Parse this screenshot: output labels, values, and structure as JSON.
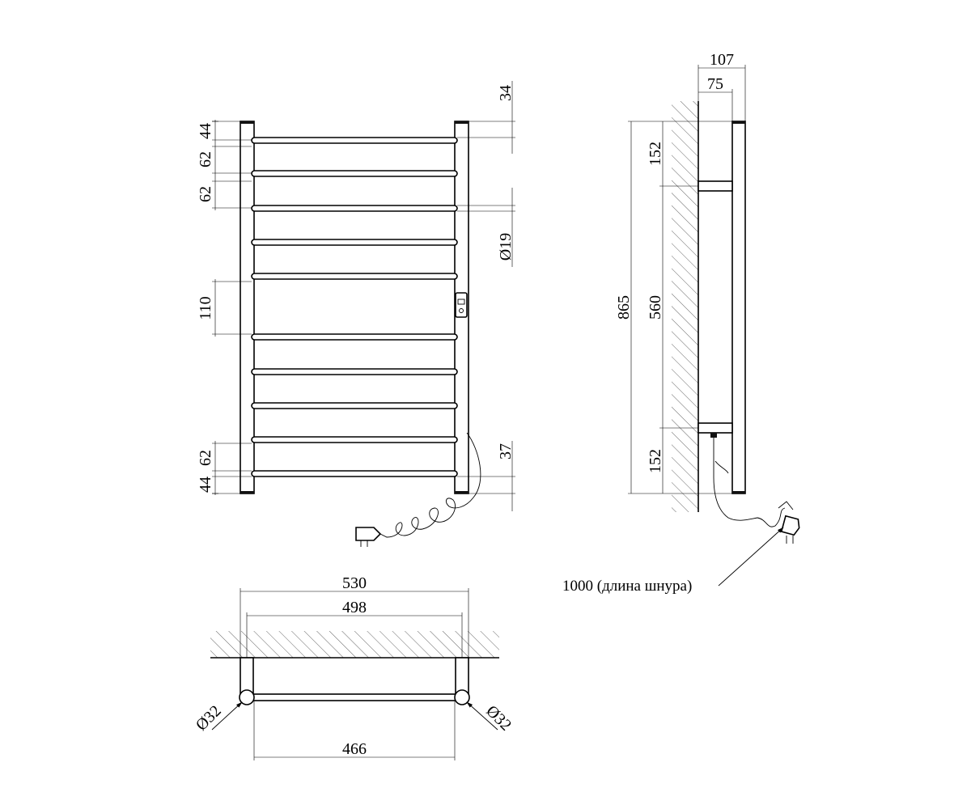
{
  "front_view": {
    "top_offset": "44",
    "bar_pitch_a": "62",
    "bar_pitch_b": "62",
    "gap": "110",
    "bottom_pitch": "62",
    "bottom_offset": "44",
    "top_right": "34",
    "tube_dia": "Ø19",
    "bottom_right": "37"
  },
  "side_view": {
    "depth_total": "107",
    "depth_mount": "75",
    "height_total": "865",
    "top_bracket": "152",
    "mount_spacing": "560",
    "bottom_bracket": "152",
    "cord_note": "1000 (длина шнура)"
  },
  "top_view": {
    "width_total": "530",
    "width_axes": "498",
    "width_inner": "466",
    "post_dia_left": "Ø32",
    "post_dia_right": "Ø32"
  }
}
